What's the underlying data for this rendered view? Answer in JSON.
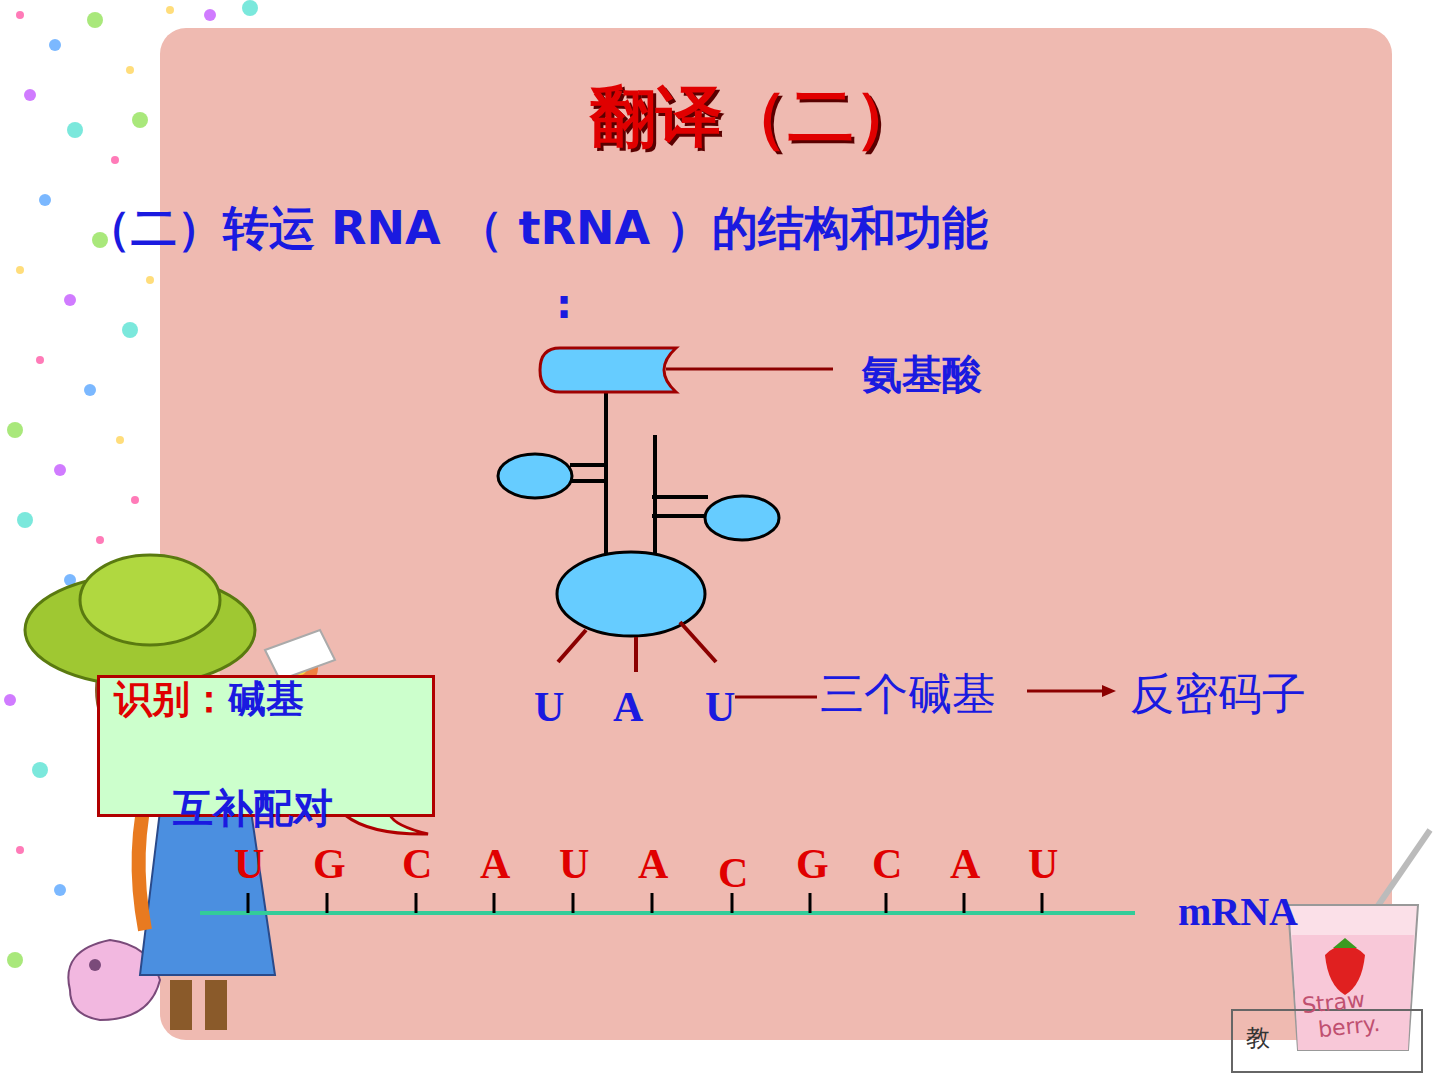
{
  "diagram": {
    "title": "翻译（二）",
    "nodes": [
      {
        "text": [
          "识别：",
          "碱基",
          "互补配对"
        ]
      }
    ],
    "labels": [
      "（二）转运 RNA （ tRNA ）的结构和功能",
      ":",
      "氨基酸",
      "U",
      "A",
      "U",
      "三个碱基",
      "反密码子",
      "U",
      "G",
      "C",
      "A",
      "U",
      "A",
      "C",
      "G",
      "C",
      "A",
      "U",
      "mRNA",
      "Straw",
      "berry.",
      "教"
    ]
  }
}
